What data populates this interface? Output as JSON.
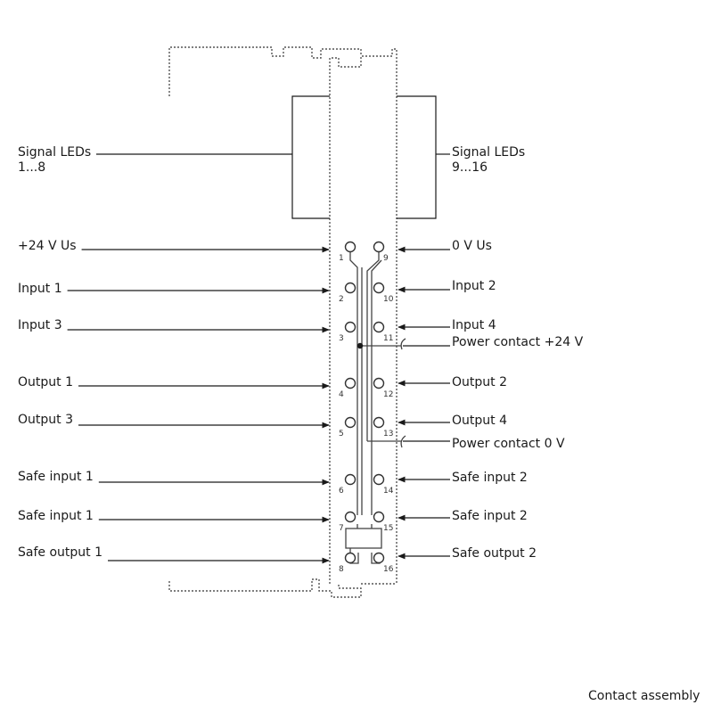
{
  "signal_leds_left": {
    "line1": "Signal LEDs",
    "line2": "1...8"
  },
  "signal_leds_right": {
    "line1": "Signal LEDs",
    "line2": "9...16"
  },
  "left_labels": [
    "+24 V Us",
    "Input 1",
    "Input 3",
    "Output 1",
    "Output 3",
    "Safe input 1",
    "Safe input 1",
    "Safe output 1"
  ],
  "right_labels": [
    "0 V Us",
    "Input 2",
    "Input 4",
    "Power contact +24 V",
    "Output 2",
    "Output 4",
    "Power contact 0 V",
    "Safe input 2",
    "Safe input 2",
    "Safe output 2"
  ],
  "left_pin_numbers": [
    "1",
    "2",
    "3",
    "4",
    "5",
    "6",
    "7",
    "8"
  ],
  "right_pin_numbers": [
    "9",
    "10",
    "11",
    "12",
    "13",
    "14",
    "15",
    "16"
  ],
  "caption": "Contact assembly"
}
